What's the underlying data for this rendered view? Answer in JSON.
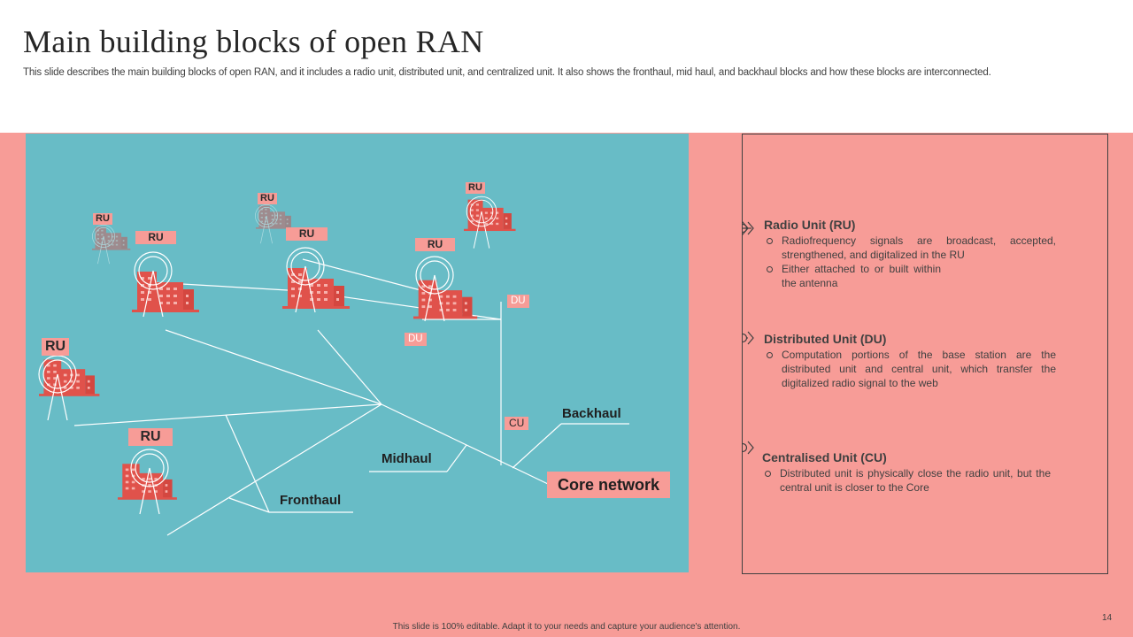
{
  "title": "Main building blocks of open RAN",
  "subtitle": "This slide describes the main building blocks of open RAN, and it includes a radio unit, distributed unit, and centralized unit. It also shows the fronthaul, mid haul, and backhaul blocks and how these blocks are interconnected.",
  "diagram": {
    "ru_label": "RU",
    "du_label": "DU",
    "cu_label": "CU",
    "fronthaul_label": "Fronthaul",
    "midhaul_label": "Midhaul",
    "backhaul_label": "Backhaul",
    "core_label": "Core network"
  },
  "sections": [
    {
      "title": "Radio Unit (RU)",
      "bullets": [
        "Radiofrequency signals are broadcast, accepted, strengthened, and digitalized in the RU",
        "Either attached to or built within the antenna"
      ]
    },
    {
      "title": "Distributed Unit (DU)",
      "bullets": [
        "Computation portions of the base station are the distributed unit and central unit, which transfer the digitalized radio signal to the web"
      ]
    },
    {
      "title": "Centralised Unit (CU)",
      "bullets": [
        "Distributed unit is physically close the radio unit, but the central unit is closer to the Core"
      ]
    }
  ],
  "footer": "This slide is 100% editable. Adapt it to your needs and capture your audience's attention.",
  "page_number": "14",
  "colors": {
    "panel_background": "#f79c97",
    "diagram_background": "#68bcc6",
    "building": "#e0524b",
    "text": "#404040"
  }
}
